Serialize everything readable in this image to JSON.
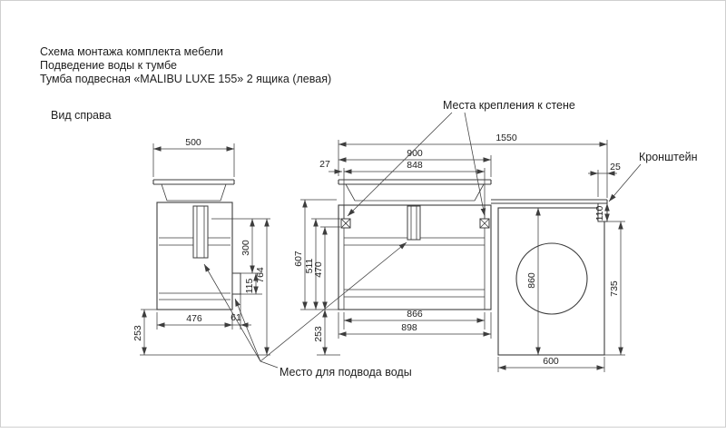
{
  "page": {
    "background": "#ffffff",
    "line_color": "#3d3d3d",
    "text_color": "#1e1e1e"
  },
  "title": {
    "line1": "Схема монтажа комплекта мебели",
    "line2": "Подведение воды к тумбе",
    "line3": "Тумба подвесная «MALIBU LUXE 155»  2 ящика (левая)"
  },
  "labels": {
    "side_view": "Вид справа",
    "wall_mount": "Места крепления к стене",
    "bracket": "Кронштейн",
    "water_supply": "Место  для подвода воды"
  },
  "dims": {
    "side": {
      "width_top": "500",
      "depth_bottom": "476",
      "bracket_depth": "61",
      "height_overall": "764",
      "height_upper": "300",
      "bracket_height": "115",
      "bottom_offset": "253"
    },
    "front": {
      "width_total": "1550",
      "width_cabinet": "900",
      "width_drawers": "848",
      "edge_gap": "27",
      "height_full": "607",
      "height_mount": "511",
      "height_box": "470",
      "width_bottom_inner": "866",
      "width_bottom": "898",
      "bottom_offset": "253"
    },
    "washer": {
      "height": "860",
      "width": "600",
      "side_height": "735",
      "top_gap": "110",
      "bracket_width": "25"
    }
  }
}
